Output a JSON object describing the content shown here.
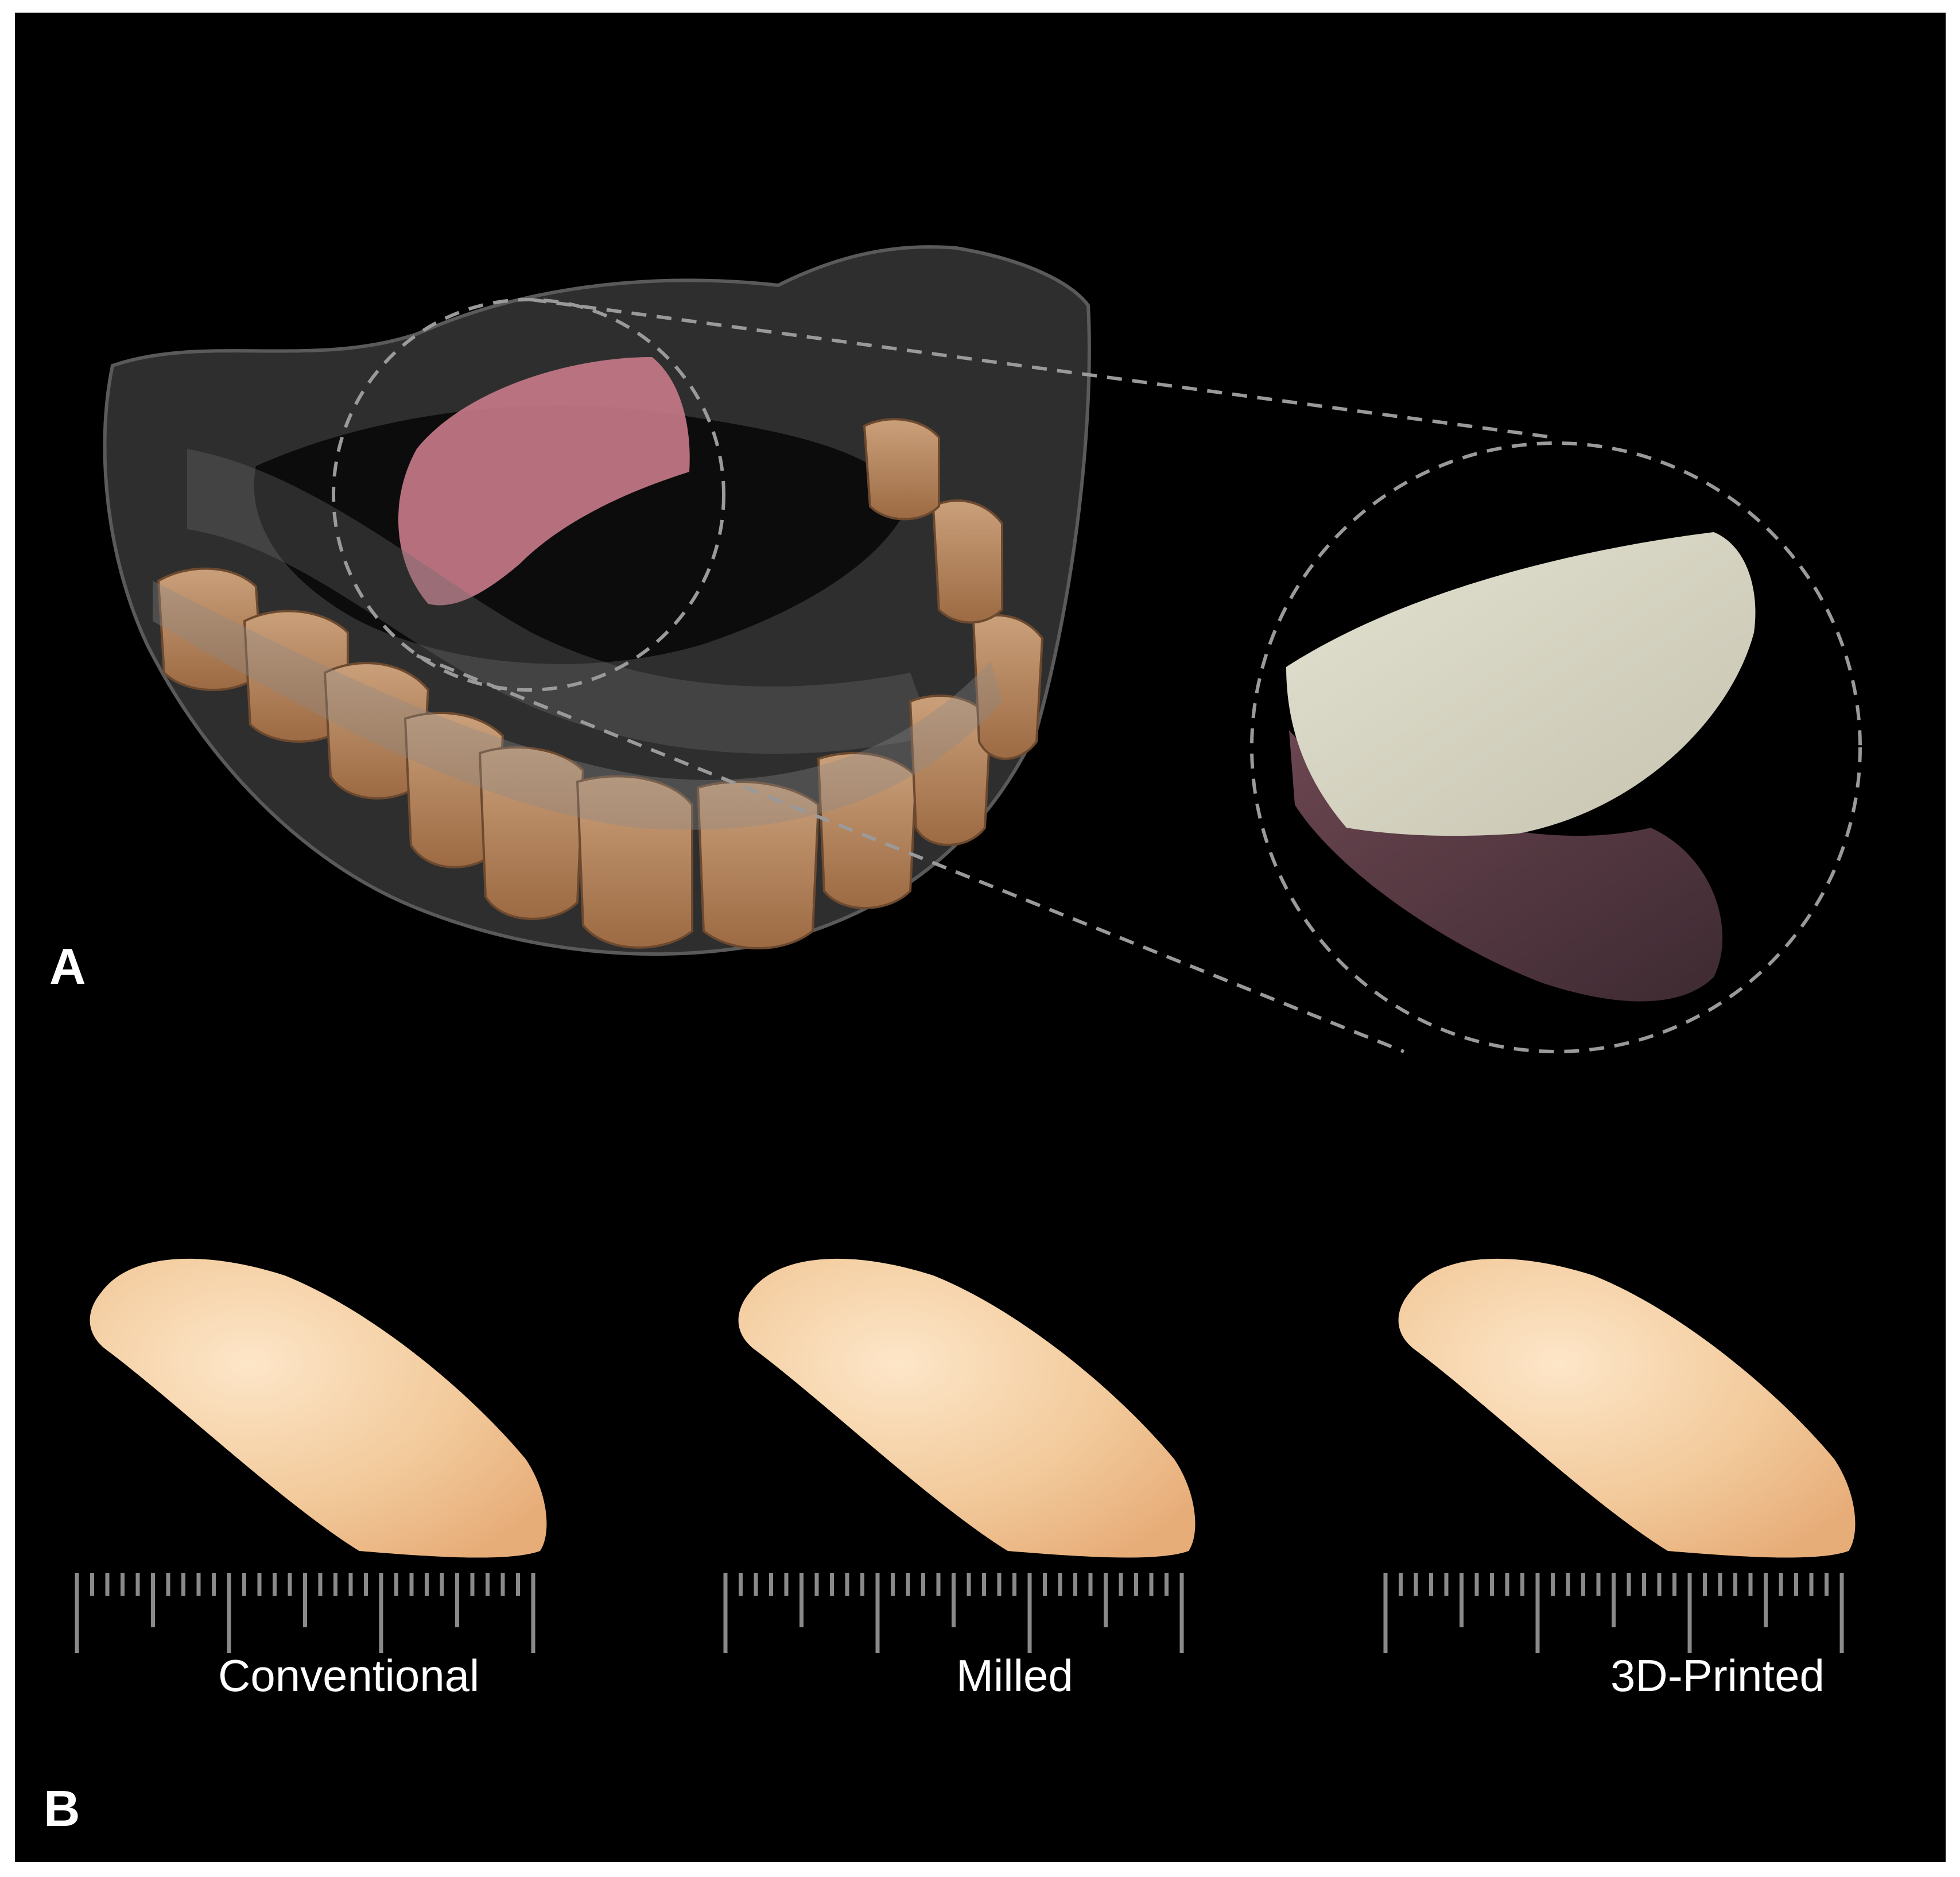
{
  "panels": {
    "a": {
      "label": "A"
    },
    "b": {
      "label": "B",
      "teeth": [
        {
          "caption": "Conventional"
        },
        {
          "caption": "Milled"
        },
        {
          "caption": "3D-Printed"
        }
      ]
    }
  },
  "colors": {
    "background": "#000000",
    "denture_base": "#3a3a3a",
    "denture_teeth": "#b98559",
    "palatal_patch": "#c87a8a",
    "section_top": "#d6d4c2",
    "section_bottom": "#5a3a44",
    "tooth_specimen": "#f2c99a",
    "dashed_lines": "#9a9a9a",
    "ruler": "#8a8a8a",
    "text": "#ffffff"
  }
}
